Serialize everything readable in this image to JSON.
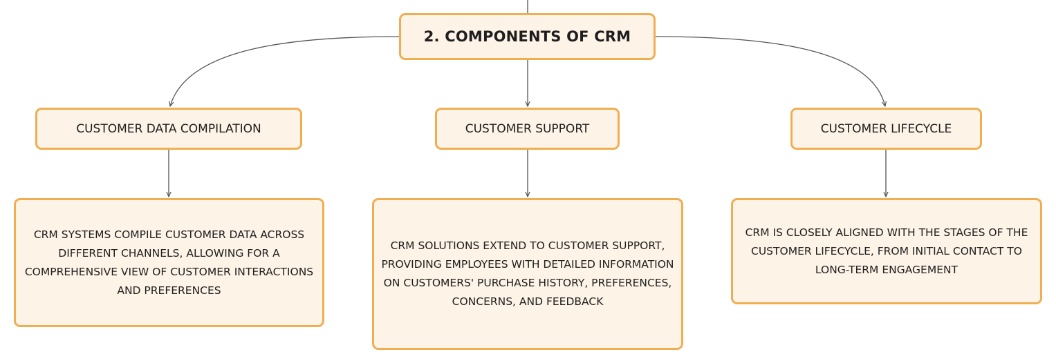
{
  "diagram": {
    "root": {
      "label": "2. COMPONENTS OF CRM"
    },
    "branches": [
      {
        "label": "CUSTOMER DATA COMPILATION",
        "detail": "CRM SYSTEMS COMPILE CUSTOMER DATA ACROSS DIFFERENT CHANNELS, ALLOWING FOR A COMPREHENSIVE VIEW OF CUSTOMER INTERACTIONS AND PREFERENCES"
      },
      {
        "label": "CUSTOMER SUPPORT",
        "detail": "CRM SOLUTIONS EXTEND TO CUSTOMER SUPPORT, PROVIDING EMPLOYEES WITH DETAILED INFORMATION ON CUSTOMERS' PURCHASE HISTORY, PREFERENCES, CONCERNS, AND FEEDBACK"
      },
      {
        "label": "CUSTOMER LIFECYCLE",
        "detail": "CRM IS CLOSELY ALIGNED WITH THE STAGES OF THE CUSTOMER LIFECYCLE, FROM INITIAL CONTACT TO LONG-TERM ENGAGEMENT"
      }
    ]
  },
  "colors": {
    "node_fill": "#fdf3e7",
    "node_border": "#f0ae52",
    "connector": "#555555",
    "text": "#1e1e1e"
  }
}
